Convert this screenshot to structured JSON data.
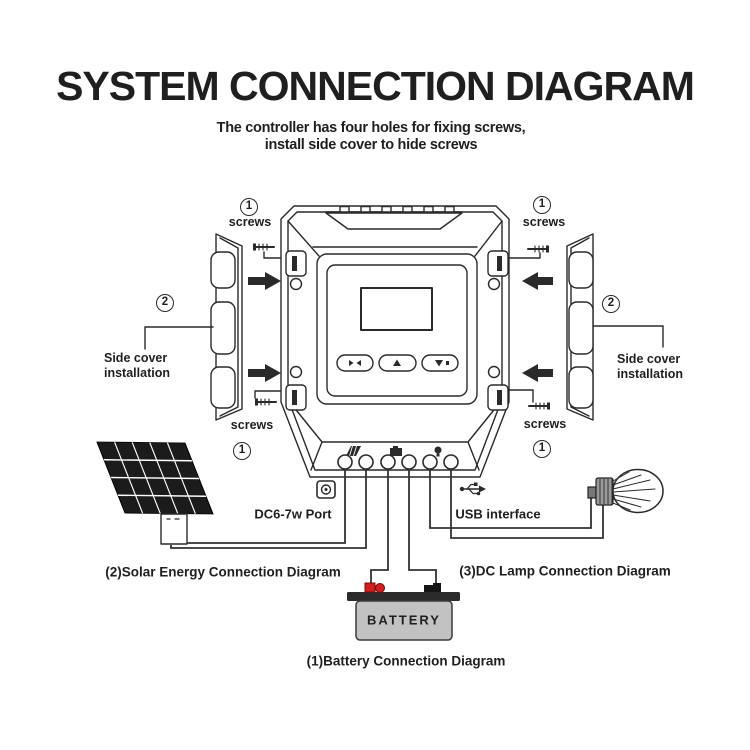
{
  "title": "SYSTEM CONNECTION DIAGRAM",
  "subtitle": [
    "The controller has four holes for fixing screws,",
    "install side cover to hide screws"
  ],
  "steps": {
    "one": "1",
    "two": "2"
  },
  "labels": {
    "screws": "screws",
    "side_cover": [
      "Side cover",
      "installation"
    ],
    "dc_port": "DC6-7w Port",
    "usb": "USB interface",
    "battery": "BATTERY"
  },
  "captions": {
    "solar": "(2)Solar Energy Connection Diagram",
    "lamp": "(3)DC Lamp Connection Diagram",
    "battery": "(1)Battery Connection Diagram"
  },
  "icons": [
    "screw-icon",
    "arrow-icon",
    "usb-icon",
    "dc-port-icon",
    "solar-terminal-icon",
    "battery-terminal-icon",
    "lamp-terminal-icon",
    "menu-button-icon",
    "up-button-icon",
    "down-button-icon",
    "solar-panel",
    "battery-clamp-red",
    "battery-clamp-black",
    "dc-bulb"
  ],
  "colors": {
    "line": "#2a2a2a",
    "text": "#1f1f1f",
    "battery_body": "#c2c2c2",
    "battery_bar": "#2b2b2b",
    "clamp_red": "#cf1f1f",
    "clamp_red_dark": "#7a0c0c",
    "clamp_black": "#151515",
    "panel_cell": "#1b1b1b",
    "bulb_base": "#999999"
  }
}
